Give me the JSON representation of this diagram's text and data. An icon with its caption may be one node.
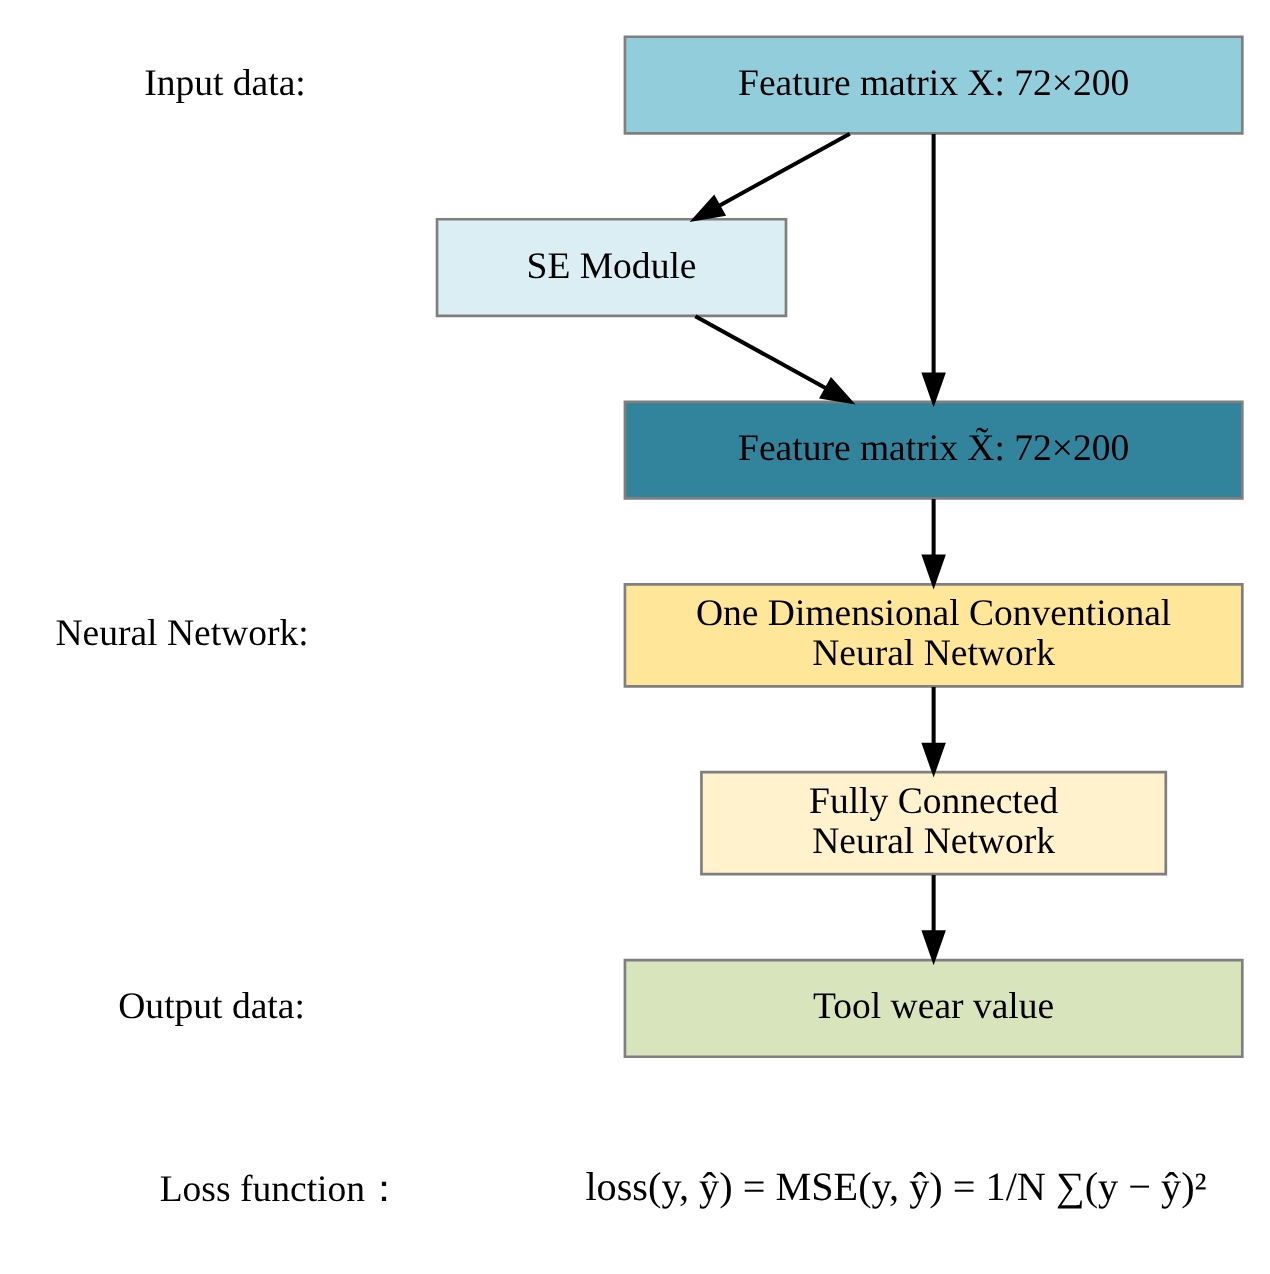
{
  "diagram": {
    "nodes": [
      {
        "text": [
          "Feature matrix X: 72×200"
        ]
      },
      {
        "text": [
          "SE Module"
        ]
      },
      {
        "text": [
          "Feature matrix X̃: 72×200"
        ]
      },
      {
        "text": [
          "One Dimensional Conventional Neural Network"
        ]
      },
      {
        "text": [
          "Fully Connected Neural Network"
        ]
      },
      {
        "text": [
          "Tool wear value"
        ]
      }
    ],
    "edges": [
      {
        "from": 0,
        "to": 1,
        "arrow": "to"
      },
      {
        "from": 0,
        "to": 2,
        "arrow": "to"
      },
      {
        "from": 1,
        "to": 2,
        "arrow": "to"
      },
      {
        "from": 2,
        "to": 3,
        "arrow": "to"
      },
      {
        "from": 3,
        "to": 4,
        "arrow": "to"
      },
      {
        "from": 4,
        "to": 5,
        "arrow": "to"
      }
    ],
    "labels": [
      "Input data:",
      "Neural Network:",
      "Output data:",
      "Loss function：",
      "loss(y, ŷ) = MSE(y, ŷ) = 1/N ∑(y − ŷ)²"
    ]
  }
}
